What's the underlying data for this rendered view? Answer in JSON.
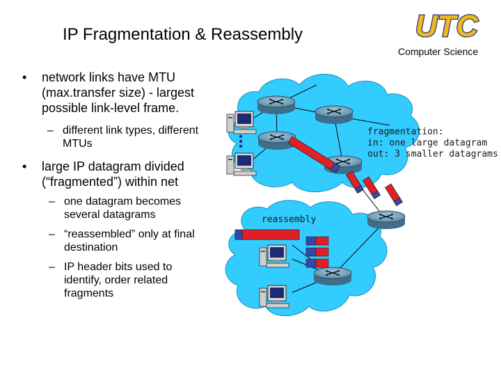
{
  "slide": {
    "title": "IP Fragmentation & Reassembly",
    "logo_text": "UTC",
    "department": "Computer Science"
  },
  "bullets": [
    {
      "text": [
        "network links have MTU",
        "(max.transfer size) - largest",
        "possible link-level frame."
      ],
      "subs": [
        {
          "text": [
            "different link types, different",
            "MTUs"
          ]
        }
      ]
    },
    {
      "text": [
        "large IP datagram divided",
        "(“fragmented”) within net"
      ],
      "subs": [
        {
          "text": [
            "one datagram becomes",
            "several datagrams"
          ]
        },
        {
          "text": [
            "“reassembled” only at final",
            "destination"
          ]
        },
        {
          "text": [
            "IP header bits used to",
            "identify, order related",
            "fragments"
          ]
        }
      ]
    }
  ],
  "diagram": {
    "fragmentation_label": [
      "fragmentation:",
      "in: one large datagram",
      "out: 3 smaller datagrams"
    ],
    "reassembly_label": "reassembly",
    "colors": {
      "cloud": "#33ccff",
      "router": "#5b8ba8",
      "datagram_body": "#e21f26",
      "datagram_header": "#3349a8",
      "logo": "#f2b620"
    }
  }
}
